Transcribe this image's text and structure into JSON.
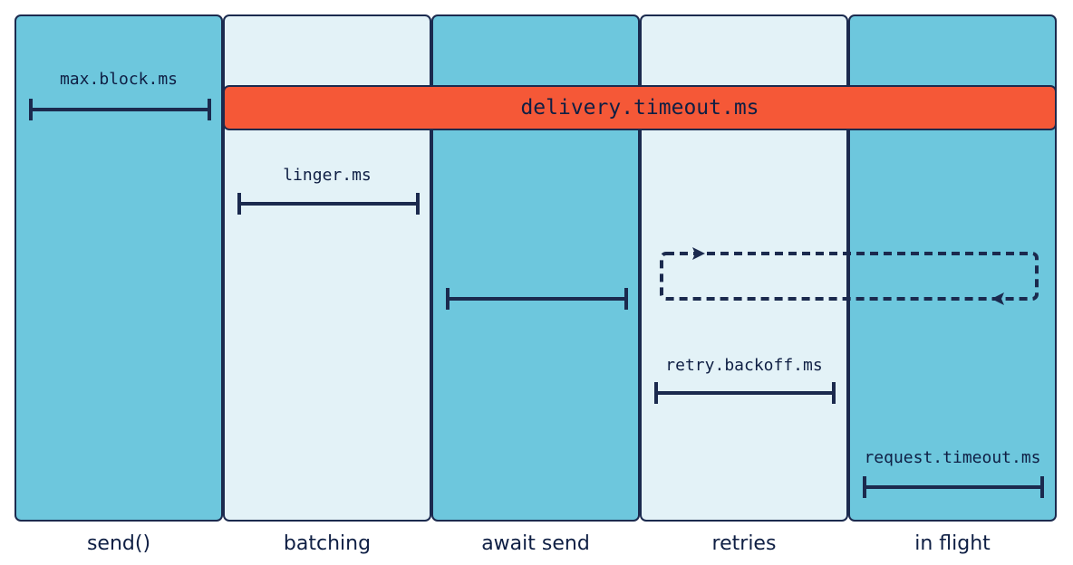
{
  "columns": [
    {
      "label": "send()",
      "shade": "dark"
    },
    {
      "label": "batching",
      "shade": "light"
    },
    {
      "label": "await send",
      "shade": "dark"
    },
    {
      "label": "retries",
      "shade": "light"
    },
    {
      "label": "in flight",
      "shade": "dark"
    }
  ],
  "delivery_timeout_label": "delivery.timeout.ms",
  "timers": {
    "max_block": "max.block.ms",
    "linger": "linger.ms",
    "retry_backoff": "retry.backoff.ms",
    "request_timeout": "request.timeout.ms"
  },
  "colors": {
    "dark_column": "#6dc7dd",
    "light_column": "#e3f2f7",
    "delivery_bar": "#f55837",
    "ink": "#1b2a4e"
  }
}
